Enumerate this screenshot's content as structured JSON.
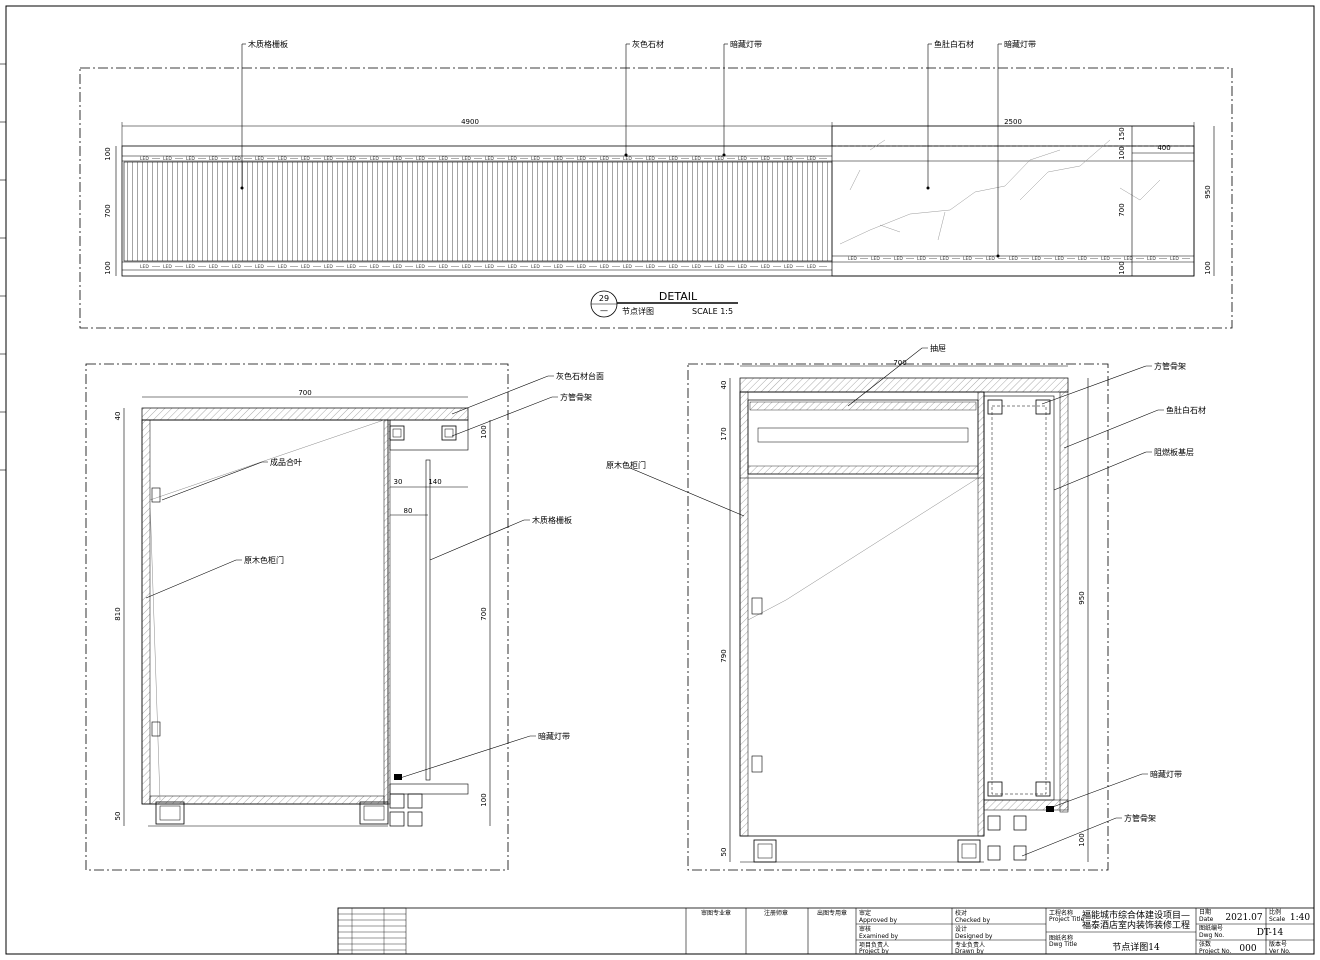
{
  "top_detail": {
    "labels": {
      "wood_grille": "木质格栅板",
      "grey_stone": "灰色石材",
      "led_strip_a": "暗藏灯带",
      "fish_belly_stone": "鱼肚白石材",
      "led_strip_b": "暗藏灯带"
    },
    "dims": {
      "w_left": "4900",
      "w_right": "2500",
      "h_top_left": "100",
      "h_mid_left": "700",
      "h_bot_left": "100",
      "r_150": "150",
      "r_100a": "100",
      "r_700": "700",
      "r_100b": "100",
      "r_400": "400",
      "r_950": "950",
      "r_100c": "100"
    },
    "led_text": "LED",
    "title": {
      "number": "29",
      "sheet": "—",
      "name_en": "DETAIL",
      "name_cn": "节点详图",
      "scale": "SCALE 1:5"
    }
  },
  "left_section": {
    "labels": {
      "stone_top": "灰色石材台面",
      "steel_frame": "方管骨架",
      "hinge": "成品合叶",
      "door": "原木色柜门",
      "grille": "木质格栅板",
      "led": "暗藏灯带"
    },
    "dims": {
      "w700": "700",
      "d40": "40",
      "d100": "100",
      "d30": "30",
      "d140": "140",
      "d80": "80",
      "d810": "810",
      "d700": "700",
      "d100b": "100",
      "d50": "50"
    }
  },
  "right_section": {
    "labels": {
      "drawer": "抽屉",
      "steel_frame": "方管骨架",
      "fish_stone": "鱼肚白石材",
      "fire_board": "阻燃板基层",
      "door": "原木色柜门",
      "led": "暗藏灯带",
      "steel_frame_b": "方管骨架"
    },
    "dims": {
      "w700": "700",
      "d40": "40",
      "d170": "170",
      "d790": "790",
      "d50": "50",
      "d950": "950",
      "d100": "100"
    }
  },
  "title_block": {
    "col_review": "审图专业章",
    "col_reg": "注册师章",
    "col_issue": "出图专用章",
    "approved_cn": "审定",
    "approved_en": "Approved by",
    "checked_cn": "校对",
    "checked_en": "Checked by",
    "examined_cn": "审核",
    "examined_en": "Examined by",
    "designed_cn": "设计",
    "designed_en": "Designed by",
    "project_by_cn": "项目负责人",
    "project_by_en": "Project by",
    "drawn_cn": "专业负责人",
    "drawn_en": "Drawn by",
    "project_title_cn": "工程名称",
    "project_title_en": "Project Title",
    "project_name_1": "福能城市综合体建设项目—",
    "project_name_2": "福泰酒店室内装饰装修工程",
    "dwg_title_cn": "图纸名称",
    "dwg_title_en": "Dwg Title",
    "dwg_title_val": "节点详图14",
    "date_cn": "日期",
    "date_en": "Date",
    "date_val": "2021.07",
    "scale_cn": "比例",
    "scale_en": "Scale",
    "scale_val": "1:40",
    "dwg_no_cn": "图纸编号",
    "dwg_no_en": "Dwg No.",
    "dwg_no_val": "DT-14",
    "proj_no_cn": "张数",
    "proj_no_en": "Project No.",
    "proj_no_val": "000",
    "ver_cn": "版本号",
    "ver_en": "Ver No."
  }
}
